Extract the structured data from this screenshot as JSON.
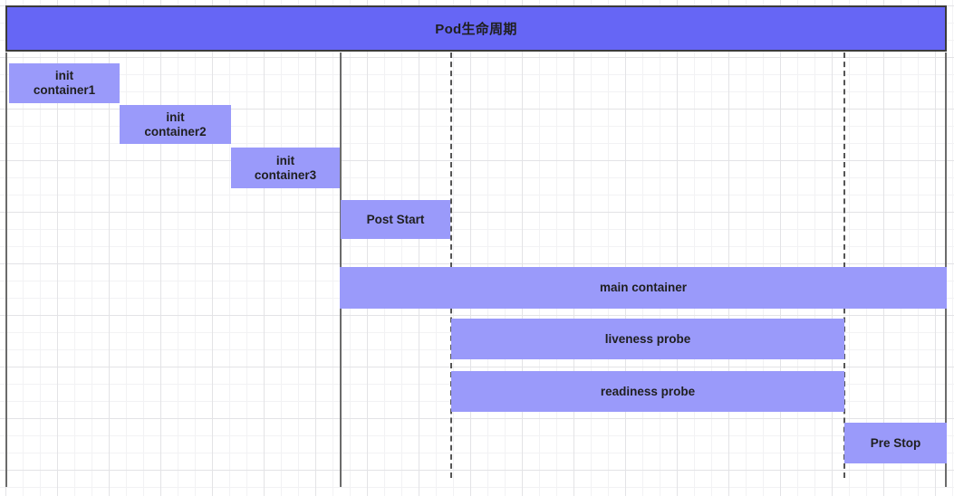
{
  "diagram": {
    "title": "Pod生命周期",
    "colors": {
      "title_bar_fill": "#6666f5",
      "title_bar_border": "#3b3b3b",
      "bar_fill": "#9a9afa",
      "text": "#1f1f1f",
      "grid_minor": "#f2f2f4",
      "grid_major": "#e3e3e6",
      "rule_solid": "#6b6b6b",
      "rule_dashed": "#555555"
    },
    "phases": [
      {
        "id": "init-container-1",
        "label": "init\ncontainer1"
      },
      {
        "id": "init-container-2",
        "label": "init\ncontainer2"
      },
      {
        "id": "init-container-3",
        "label": "init\ncontainer3"
      },
      {
        "id": "post-start",
        "label": "Post Start"
      },
      {
        "id": "main-container",
        "label": "main container"
      },
      {
        "id": "liveness-probe",
        "label": "liveness probe"
      },
      {
        "id": "readiness-probe",
        "label": "readiness probe"
      },
      {
        "id": "pre-stop",
        "label": "Pre Stop"
      }
    ]
  }
}
